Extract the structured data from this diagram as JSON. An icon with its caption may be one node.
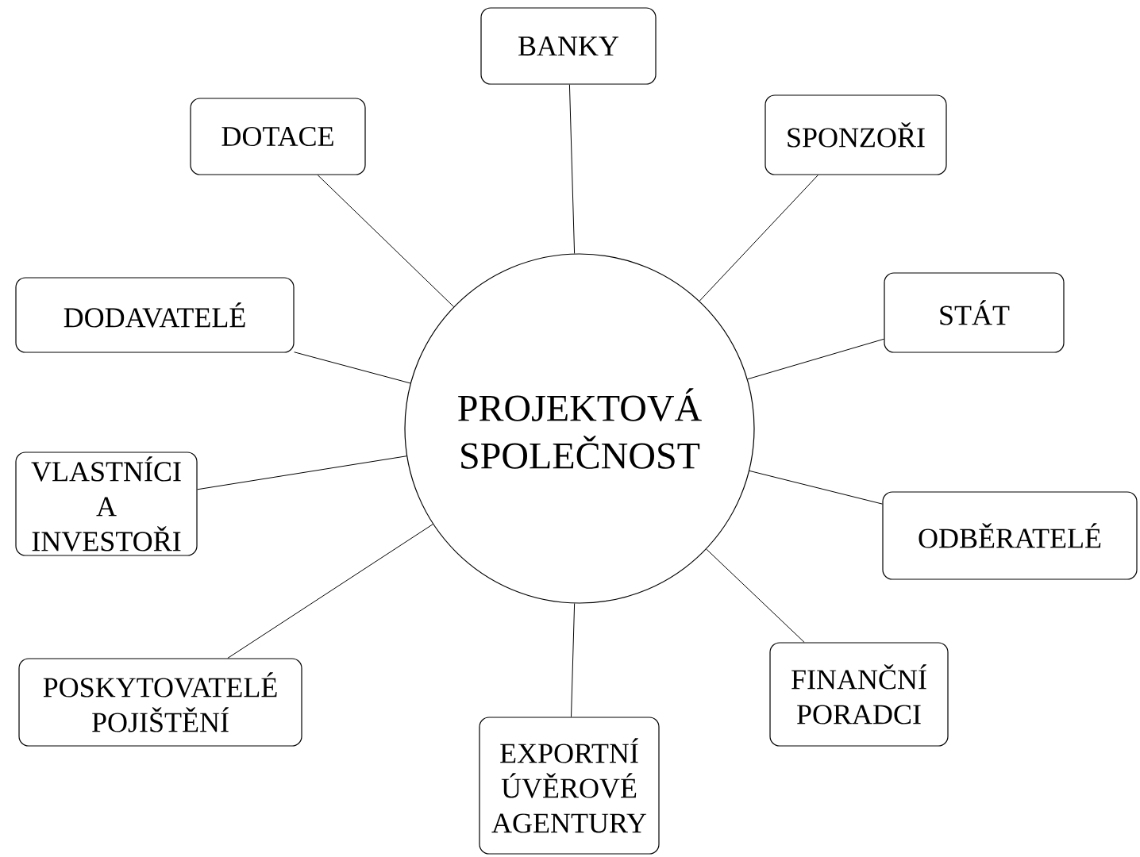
{
  "diagram": {
    "nodes": [
      {
        "text": [
          "BANKY"
        ]
      },
      {
        "text": [
          "DOTACE"
        ]
      },
      {
        "text": [
          "SPONZOŘI"
        ]
      },
      {
        "text": [
          "DODAVATELÉ"
        ]
      },
      {
        "text": [
          "STÁT"
        ]
      },
      {
        "text": [
          "PROJEKTOVÁ SPOLEČNOST"
        ]
      },
      {
        "text": [
          "VLASTNÍCI A INVESTOŘI"
        ]
      },
      {
        "text": [
          "ODBĚRATELÉ"
        ]
      },
      {
        "text": [
          "FINANČNÍ PORADCI"
        ]
      },
      {
        "text": [
          "POSKYTOVATELÉ POJIŠTĚNÍ"
        ]
      },
      {
        "text": [
          "EXPORTNÍ ÚVĚROVÉ AGENTURY"
        ]
      }
    ],
    "edges": [
      {
        "from": 5,
        "to": 0,
        "arrow": "none"
      },
      {
        "from": 5,
        "to": 1,
        "arrow": "none"
      },
      {
        "from": 5,
        "to": 2,
        "arrow": "none"
      },
      {
        "from": 5,
        "to": 3,
        "arrow": "none"
      },
      {
        "from": 5,
        "to": 4,
        "arrow": "none"
      },
      {
        "from": 5,
        "to": 6,
        "arrow": "none"
      },
      {
        "from": 5,
        "to": 7,
        "arrow": "none"
      },
      {
        "from": 5,
        "to": 8,
        "arrow": "none"
      },
      {
        "from": 5,
        "to": 9,
        "arrow": "none"
      },
      {
        "from": 5,
        "to": 10,
        "arrow": "none"
      }
    ]
  }
}
